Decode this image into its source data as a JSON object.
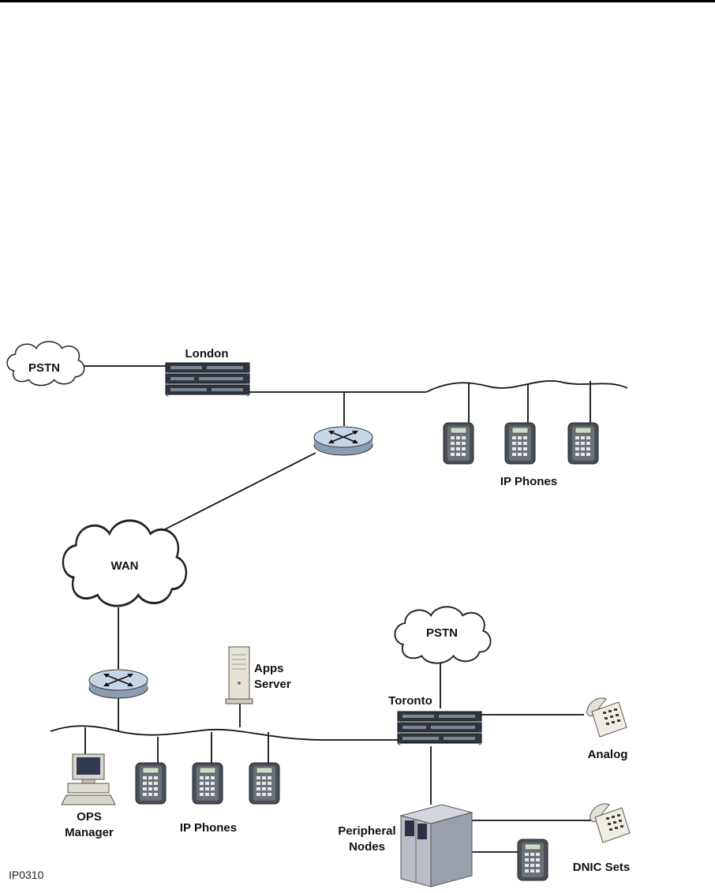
{
  "diagram": {
    "figure_id": "IP0310",
    "nodes": {
      "pstn_top": "PSTN",
      "london": "London",
      "ip_phones_london": "IP Phones",
      "wan": "WAN",
      "pstn_toronto": "PSTN",
      "toronto": "Toronto",
      "analog": "Analog",
      "apps_server_line1": "Apps",
      "apps_server_line2": "Server",
      "ops_manager_line1": "OPS",
      "ops_manager_line2": "Manager",
      "ip_phones_toronto": "IP Phones",
      "peripheral_nodes_line1": "Peripheral",
      "peripheral_nodes_line2": "Nodes",
      "dnic_sets": "DNIC Sets"
    }
  }
}
